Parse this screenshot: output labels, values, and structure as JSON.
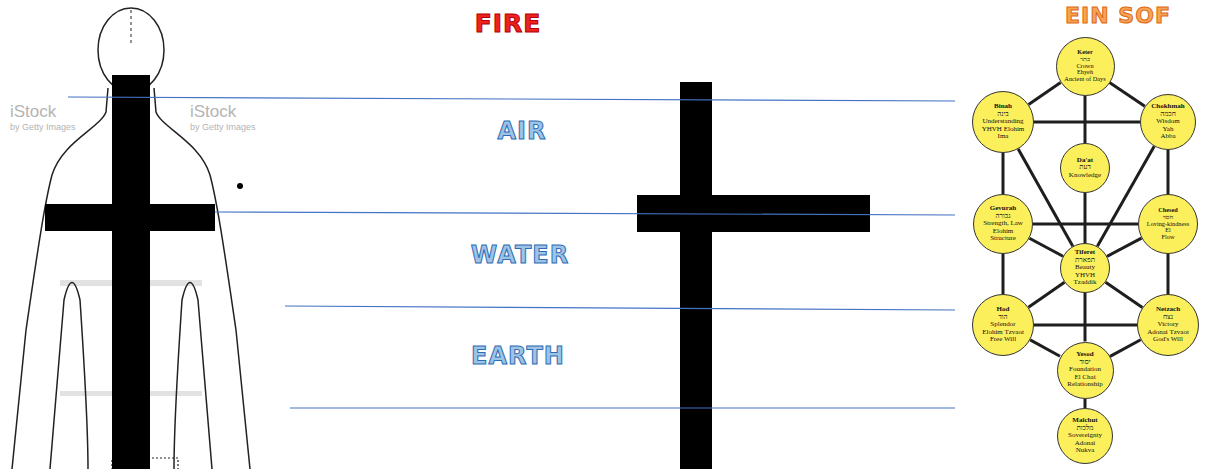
{
  "diagram": {
    "nodes": [
      {
        "text": [
          "Keter",
          "כתר",
          "Crown",
          "Ehyeh",
          "Ancient of Days"
        ]
      },
      {
        "text": [
          "Binah",
          "בינה",
          "Understanding",
          "YHVH Elohim",
          "Ima"
        ]
      },
      {
        "text": [
          "Chokhmah",
          "חכמה",
          "Wisdom",
          "Yah",
          "Abba"
        ]
      },
      {
        "text": [
          "Da'at",
          "דעת",
          "Knowledge"
        ]
      },
      {
        "text": [
          "Gevurah",
          "גבורה",
          "Strength, Law",
          "Elohim",
          "Structure"
        ]
      },
      {
        "text": [
          "Chesed",
          "חסד",
          "Loving-kindness",
          "El",
          "Flow"
        ]
      },
      {
        "text": [
          "Tiferet",
          "תפארת",
          "Beauty",
          "YHVH",
          "Tzaddik"
        ]
      },
      {
        "text": [
          "Hod",
          "הוד",
          "Splendor",
          "Elohim Tzvaot",
          "Free Will"
        ]
      },
      {
        "text": [
          "Netzach",
          "נצח",
          "Victory",
          "Adonai Tzvaot",
          "God's Will"
        ]
      },
      {
        "text": [
          "Yesod",
          "יסוד",
          "Foundation",
          "El Chai",
          "Relationship"
        ]
      },
      {
        "text": [
          "Malchut",
          "מלכות",
          "Sovereignty",
          "Adonai",
          "Nukva"
        ]
      }
    ],
    "edges": [
      {
        "from": 0,
        "to": 1,
        "arrow": "none"
      },
      {
        "from": 0,
        "to": 2,
        "arrow": "none"
      },
      {
        "from": 0,
        "to": 3,
        "arrow": "none"
      },
      {
        "from": 1,
        "to": 2,
        "arrow": "none"
      },
      {
        "from": 1,
        "to": 4,
        "arrow": "none"
      },
      {
        "from": 2,
        "to": 5,
        "arrow": "none"
      },
      {
        "from": 1,
        "to": 6,
        "arrow": "none"
      },
      {
        "from": 2,
        "to": 6,
        "arrow": "none"
      },
      {
        "from": 3,
        "to": 6,
        "arrow": "none"
      },
      {
        "from": 4,
        "to": 5,
        "arrow": "none"
      },
      {
        "from": 4,
        "to": 6,
        "arrow": "none"
      },
      {
        "from": 5,
        "to": 6,
        "arrow": "none"
      },
      {
        "from": 4,
        "to": 7,
        "arrow": "none"
      },
      {
        "from": 5,
        "to": 8,
        "arrow": "none"
      },
      {
        "from": 6,
        "to": 7,
        "arrow": "none"
      },
      {
        "from": 6,
        "to": 8,
        "arrow": "none"
      },
      {
        "from": 7,
        "to": 8,
        "arrow": "none"
      },
      {
        "from": 7,
        "to": 9,
        "arrow": "none"
      },
      {
        "from": 8,
        "to": 9,
        "arrow": "none"
      },
      {
        "from": 6,
        "to": 9,
        "arrow": "none"
      },
      {
        "from": 9,
        "to": 10,
        "arrow": "none"
      }
    ],
    "labels": [
      "FIRE",
      "EIN SOF",
      "iStock",
      "by Getty Images",
      "iStock",
      "by Getty Images",
      "AIR",
      "WATER",
      "EARTH"
    ]
  }
}
